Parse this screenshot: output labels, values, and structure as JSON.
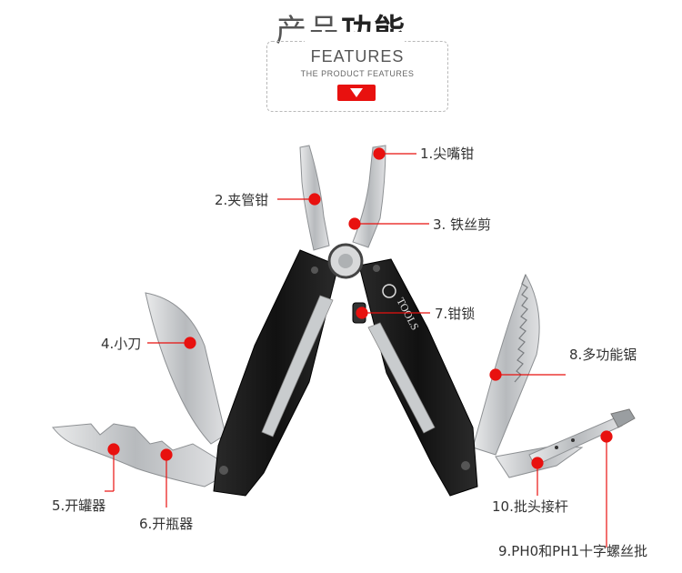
{
  "header": {
    "title_part1": "产品",
    "title_part2": "功能",
    "subtitle": "FEATURES",
    "tagline": "THE PRODUCT FEATURES"
  },
  "tool": {
    "brand": "TOOLS",
    "body_color": "#1b1b1b",
    "blade_color": "#c9cbcd"
  },
  "callouts": {
    "color": "#e8110f",
    "items": [
      {
        "id": "needle-nose-pliers",
        "label": "1.尖嘴钳"
      },
      {
        "id": "pipe-grip-pliers",
        "label": "2.夹管钳"
      },
      {
        "id": "wire-cutter",
        "label": "3. 铁丝剪"
      },
      {
        "id": "small-knife",
        "label": "4.小刀"
      },
      {
        "id": "can-opener",
        "label": "5.开罐器"
      },
      {
        "id": "bottle-opener",
        "label": "6.开瓶器"
      },
      {
        "id": "plier-lock",
        "label": "7.钳锁"
      },
      {
        "id": "multi-saw",
        "label": "8.多功能锯"
      },
      {
        "id": "bit-holder",
        "label": "9.PH0和PH1十字螺丝批"
      },
      {
        "id": "bit-extension",
        "label": "10.批头接杆"
      }
    ]
  }
}
